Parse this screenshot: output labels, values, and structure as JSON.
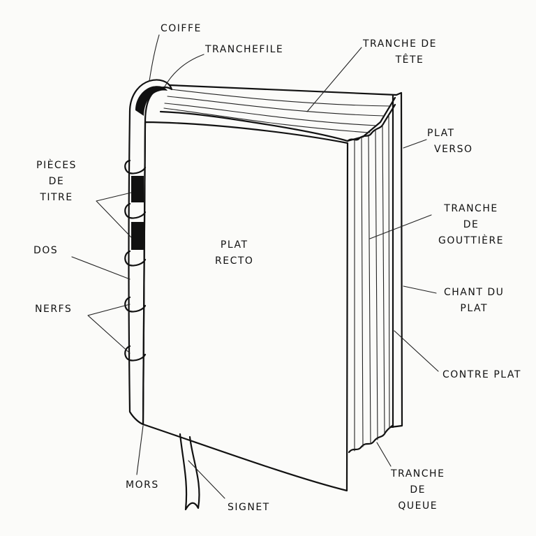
{
  "labels": {
    "coiffe": [
      "COIFFE"
    ],
    "tranchefile": [
      "TRANCHEFILE"
    ],
    "tranche_tete": [
      "TRANCHE DE",
      "TÊTE"
    ],
    "plat_verso": [
      "PLAT",
      "VERSO"
    ],
    "pieces_titre": [
      "PIÈCES",
      "DE",
      "TITRE"
    ],
    "tranche_gouttiere": [
      "TRANCHE",
      "DE",
      "GOUTTIÈRE"
    ],
    "dos": [
      "DOS"
    ],
    "plat_recto": [
      "PLAT",
      "RECTO"
    ],
    "chant_plat": [
      "CHANT DU",
      "PLAT"
    ],
    "nerfs": [
      "NERFS"
    ],
    "contre_plat": [
      "CONTRE PLAT"
    ],
    "mors": [
      "MORS"
    ],
    "signet": [
      "SIGNET"
    ],
    "tranche_queue": [
      "TRANCHE",
      "DE",
      "QUEUE"
    ]
  }
}
